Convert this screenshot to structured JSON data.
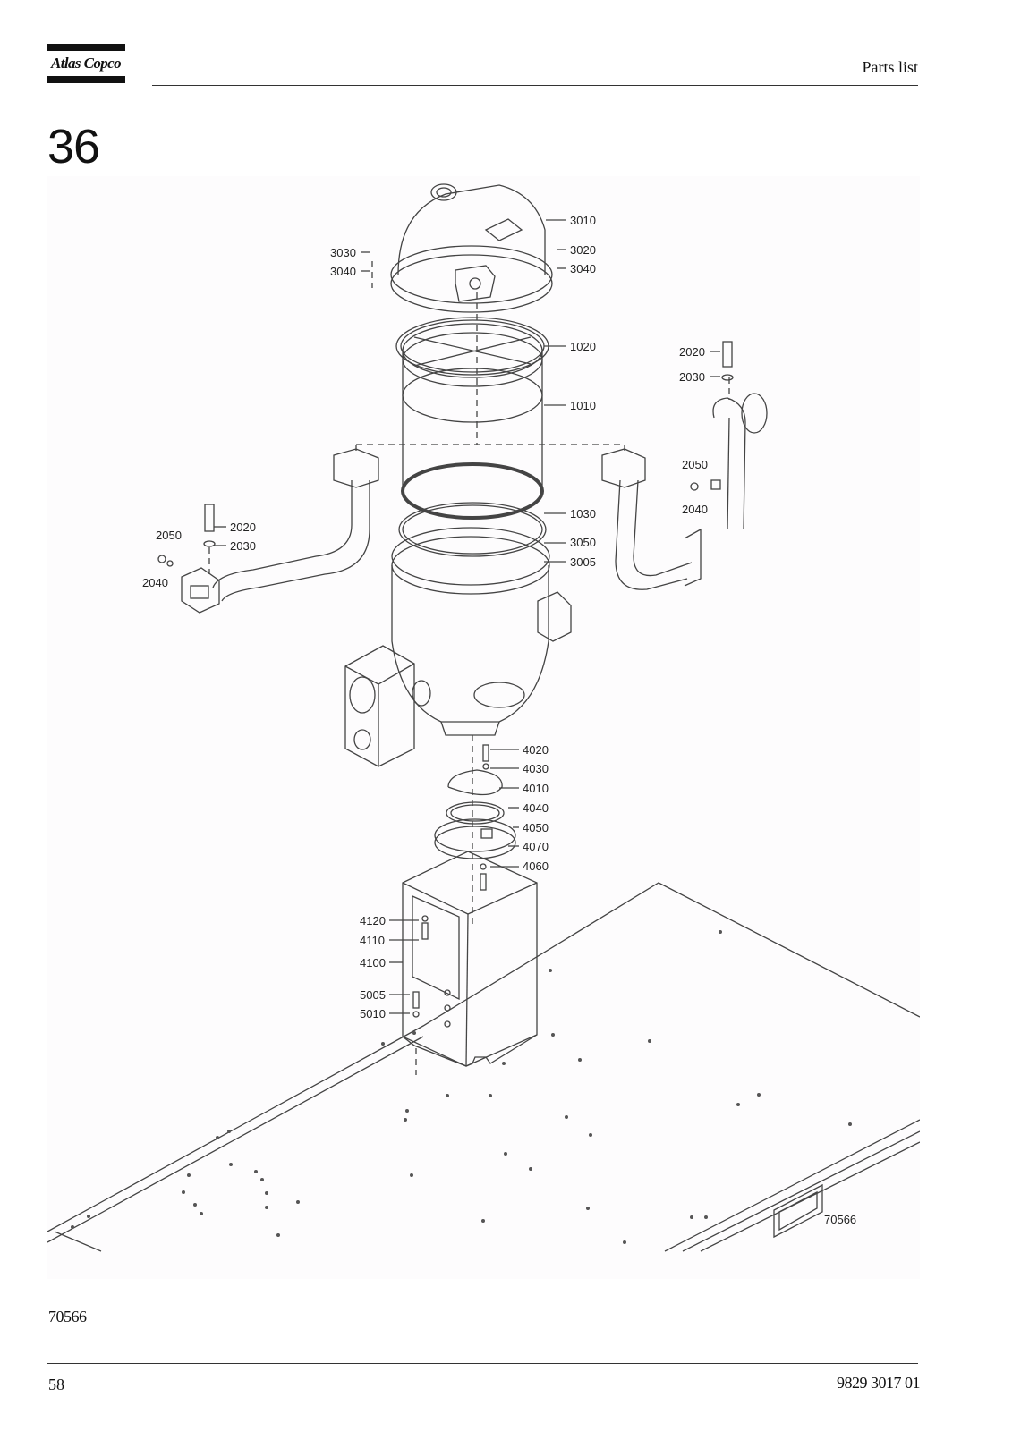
{
  "header": {
    "brand": "Atlas Copco",
    "section_title": "Parts list"
  },
  "page": {
    "chapter_number": "36"
  },
  "figure": {
    "image_ref_inside": "70566",
    "caption_ref": "70566",
    "callouts": [
      "3010",
      "3030",
      "3020",
      "3040",
      "3040",
      "1020",
      "2020",
      "2030",
      "1010",
      "2050",
      "2040",
      "2020",
      "2050",
      "2030",
      "2040",
      "1030",
      "3050",
      "3005",
      "4020",
      "4030",
      "4010",
      "4040",
      "4050",
      "4070",
      "4060",
      "4120",
      "4110",
      "4100",
      "5005",
      "5010"
    ]
  },
  "footer": {
    "page_number": "58",
    "document_number": "9829 3017 01"
  }
}
